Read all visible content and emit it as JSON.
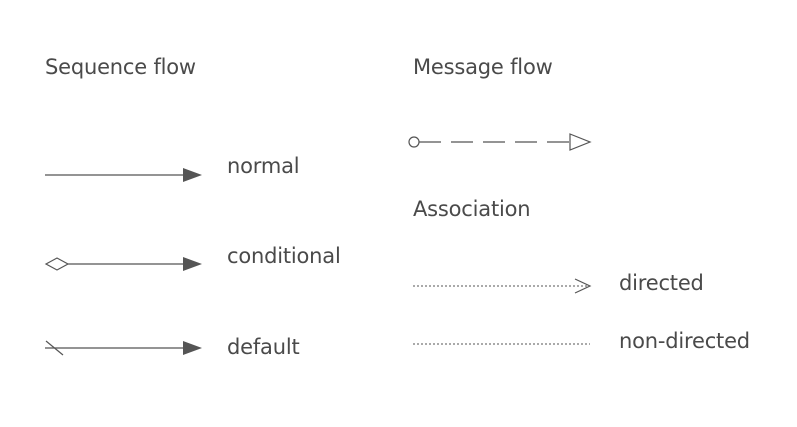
{
  "sequence_flow": {
    "title": "Sequence flow",
    "items": [
      {
        "label": "normal",
        "icon": "arrow-line-icon"
      },
      {
        "label": "conditional",
        "icon": "diamond-start-arrow-icon"
      },
      {
        "label": "default",
        "icon": "slash-start-arrow-icon"
      }
    ]
  },
  "message_flow": {
    "title": "Message flow",
    "icon": "dashed-circle-open-arrow-icon"
  },
  "association": {
    "title": "Association",
    "items": [
      {
        "label": "directed",
        "icon": "dotted-open-arrow-icon"
      },
      {
        "label": "non-directed",
        "icon": "dotted-line-icon"
      }
    ]
  },
  "colors": {
    "line": "#555555",
    "text": "#4a4a4a",
    "background": "#ffffff"
  }
}
